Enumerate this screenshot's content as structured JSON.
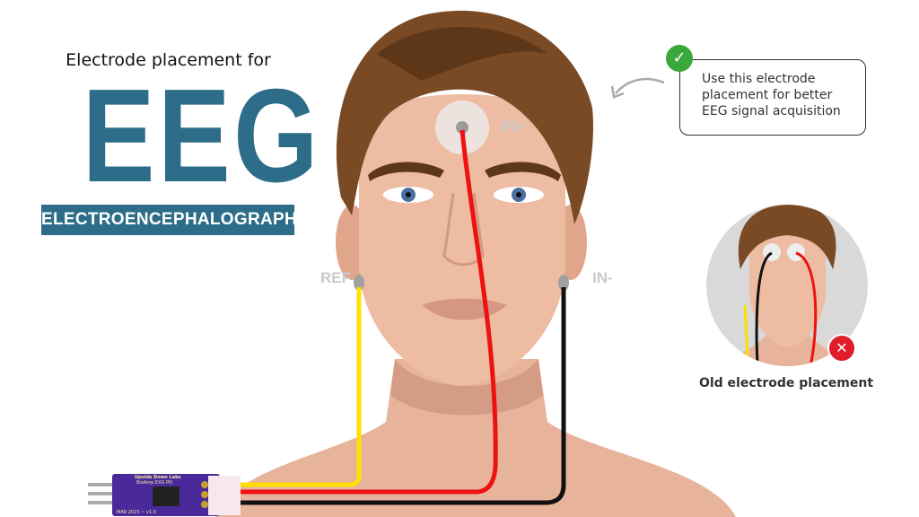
{
  "title": {
    "subtitle": "Electrode placement for",
    "main": "EEG",
    "banner": "ELECTROENCEPHALOGRAPHY"
  },
  "electrodes": {
    "in_plus": "IN+",
    "ref": "REF",
    "in_minus": "IN-"
  },
  "callout": {
    "text": "Use this electrode placement for better EEG signal acquisition",
    "icon": "check-circle-icon",
    "icon_color": "#3aa83a"
  },
  "old_placement": {
    "label": "Old electrode placement",
    "icon": "x-circle-icon",
    "icon_color": "#e01e2a"
  },
  "board": {
    "brand": "Upside Down Labs",
    "product": "BioAmp EXG Pill",
    "version": "MAR 2023 ~ v1.0"
  },
  "colors": {
    "accent": "#2d6d89",
    "wire_ref": "#ffe000",
    "wire_in_plus": "#ee1111",
    "wire_in_minus": "#111111",
    "skin": "#e9b49a",
    "hair": "#7a4a24"
  }
}
